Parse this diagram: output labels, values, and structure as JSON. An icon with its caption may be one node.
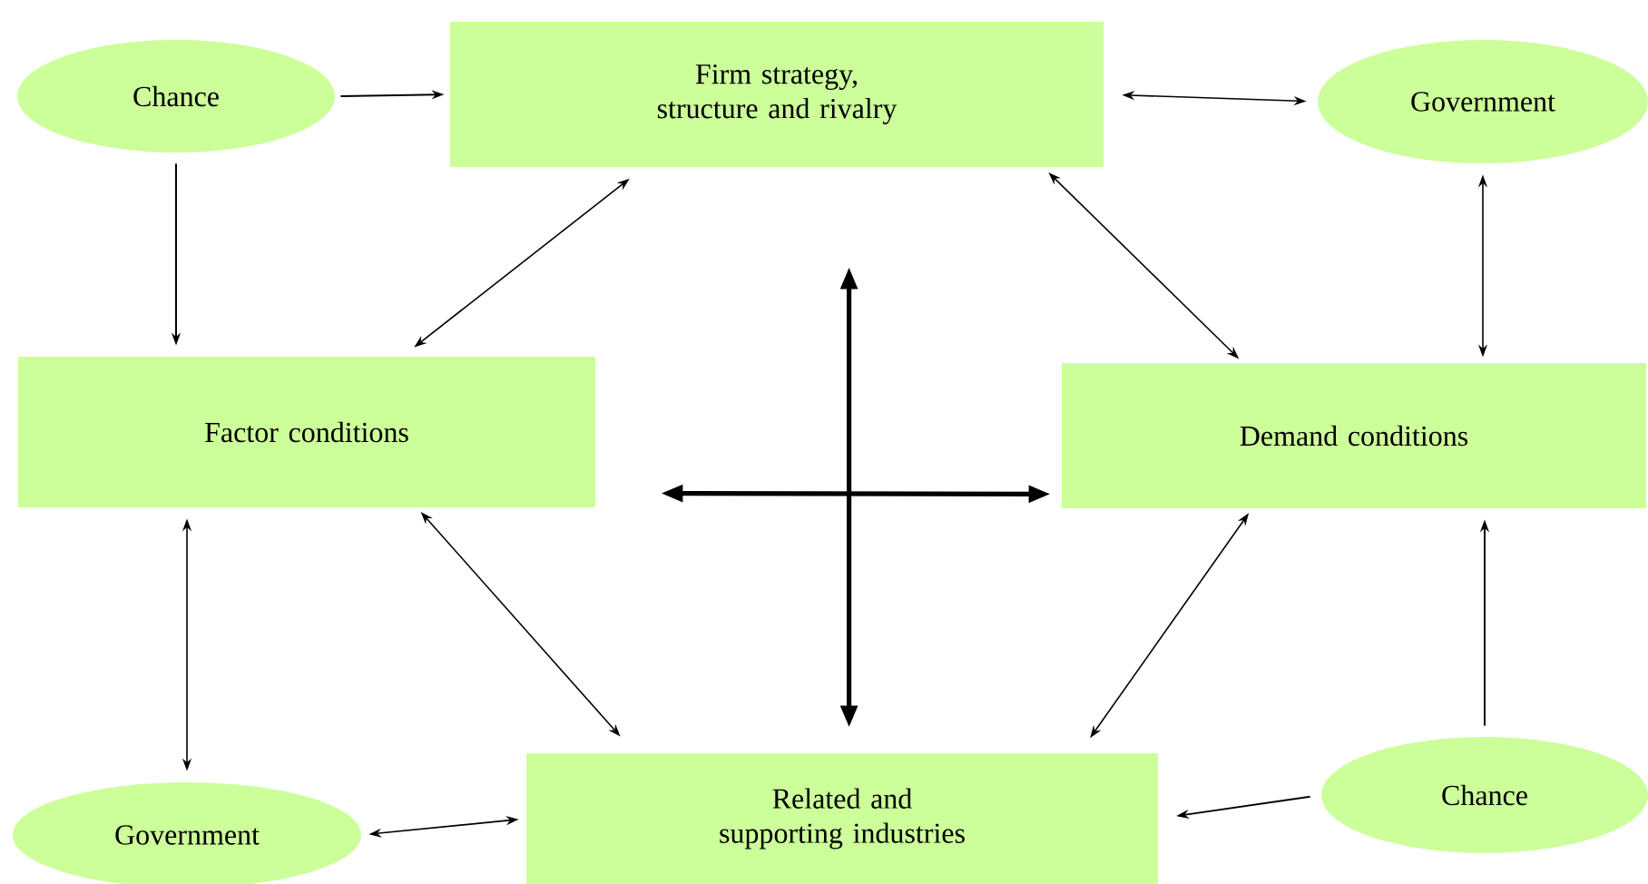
{
  "diagram": {
    "nodes": [
      {
        "text": [
          "Chance"
        ]
      },
      {
        "text": [
          "Firm strategy, structure and rivalry"
        ]
      },
      {
        "text": [
          "Government"
        ]
      },
      {
        "text": [
          "Factor conditions"
        ]
      },
      {
        "text": [
          "Demand conditions"
        ]
      },
      {
        "text": [
          "Government"
        ]
      },
      {
        "text": [
          "Related and supporting industries"
        ]
      },
      {
        "text": [
          "Chance"
        ]
      }
    ],
    "edges": [
      {
        "from": 0,
        "to": 1,
        "arrow": "to"
      },
      {
        "from": 1,
        "to": 2,
        "arrow": "both"
      },
      {
        "from": 0,
        "to": 3,
        "arrow": "to"
      },
      {
        "from": 1,
        "to": 3,
        "arrow": "both"
      },
      {
        "from": 1,
        "to": 4,
        "arrow": "both"
      },
      {
        "from": 2,
        "to": 4,
        "arrow": "both"
      },
      {
        "from": 3,
        "to": 5,
        "arrow": "both"
      },
      {
        "from": 3,
        "to": 6,
        "arrow": "both"
      },
      {
        "from": 4,
        "to": 6,
        "arrow": "both"
      },
      {
        "from": 5,
        "to": 6,
        "arrow": "both"
      },
      {
        "from": 7,
        "to": 6,
        "arrow": "to"
      },
      {
        "from": 7,
        "to": 4,
        "arrow": "to"
      },
      {
        "from": 1,
        "to": 6,
        "arrow": "both",
        "style": "thick"
      },
      {
        "from": 3,
        "to": 4,
        "arrow": "both",
        "style": "thick"
      }
    ]
  }
}
